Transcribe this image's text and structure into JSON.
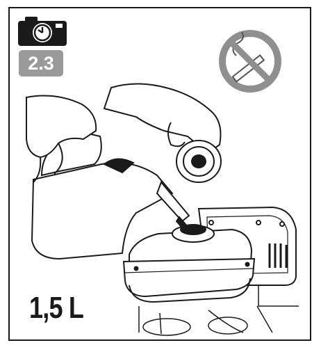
{
  "step": {
    "number": "2.3",
    "badge_color": "#9a9a9a"
  },
  "icons": {
    "camera": "camera-timer-icon",
    "warning": "no-smoking-icon",
    "warning_color": "#8f8f8f"
  },
  "instruction": {
    "volume": "1,5 L"
  },
  "illustration": {
    "subject": "refuel-engine-tank",
    "line_color": "#1a1a1a"
  }
}
